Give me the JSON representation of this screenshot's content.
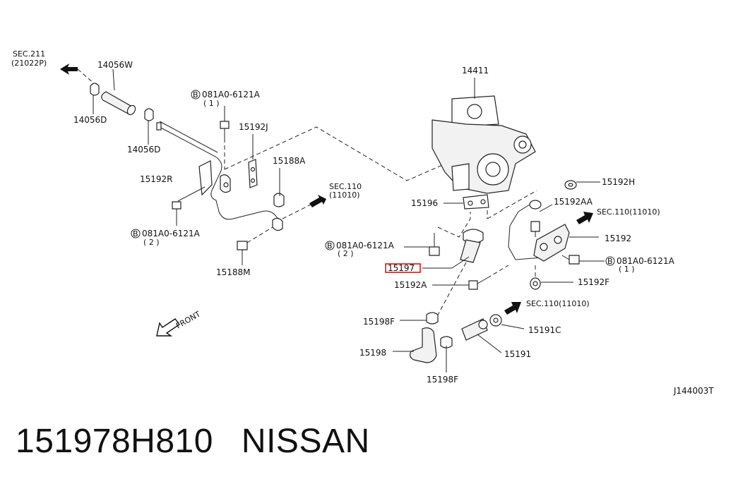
{
  "labels": {
    "sec211": "SEC.211",
    "sec211_sub": "(21022P)",
    "p14056W": "14056W",
    "p14056D_a": "14056D",
    "p14056D_b": "14056D",
    "bolt1_b": "B",
    "bolt1": "081A0-6121A",
    "bolt1_qty": "( 1 )",
    "p15192J": "15192J",
    "p15188A": "15188A",
    "p15192R": "15192R",
    "sec110_a": "SEC.110",
    "sec110_a_sub": "(11010)",
    "bolt2_b": "B",
    "bolt2": "081A0-6121A",
    "bolt2_qty": "( 2 )",
    "p15188M": "15188M",
    "front": "FRONT",
    "p14411": "14411",
    "p15196": "15196",
    "p15192H": "15192H",
    "p15192AA": "15192AA",
    "sec110_b": "SEC.110(11010)",
    "p15192": "15192",
    "bolt3_b": "B",
    "bolt3": "081A0-6121A",
    "bolt3_qty": "( 2 )",
    "p15197": "15197",
    "bolt4_b": "B",
    "bolt4": "081A0-6121A",
    "bolt4_qty": "( 1 )",
    "p15192A": "15192A",
    "p15192F": "15192F",
    "sec110_c": "SEC.110(11010)",
    "p15198F_a": "15198F",
    "p15191C": "15191C",
    "p15198": "15198",
    "p15191": "15191",
    "p15198F_b": "15198F",
    "diagram_id": "J144003T"
  },
  "caption": {
    "part_number": "151978H810",
    "brand": "NISSAN"
  },
  "colors": {
    "highlight": "#e00000",
    "line": "#222222"
  }
}
